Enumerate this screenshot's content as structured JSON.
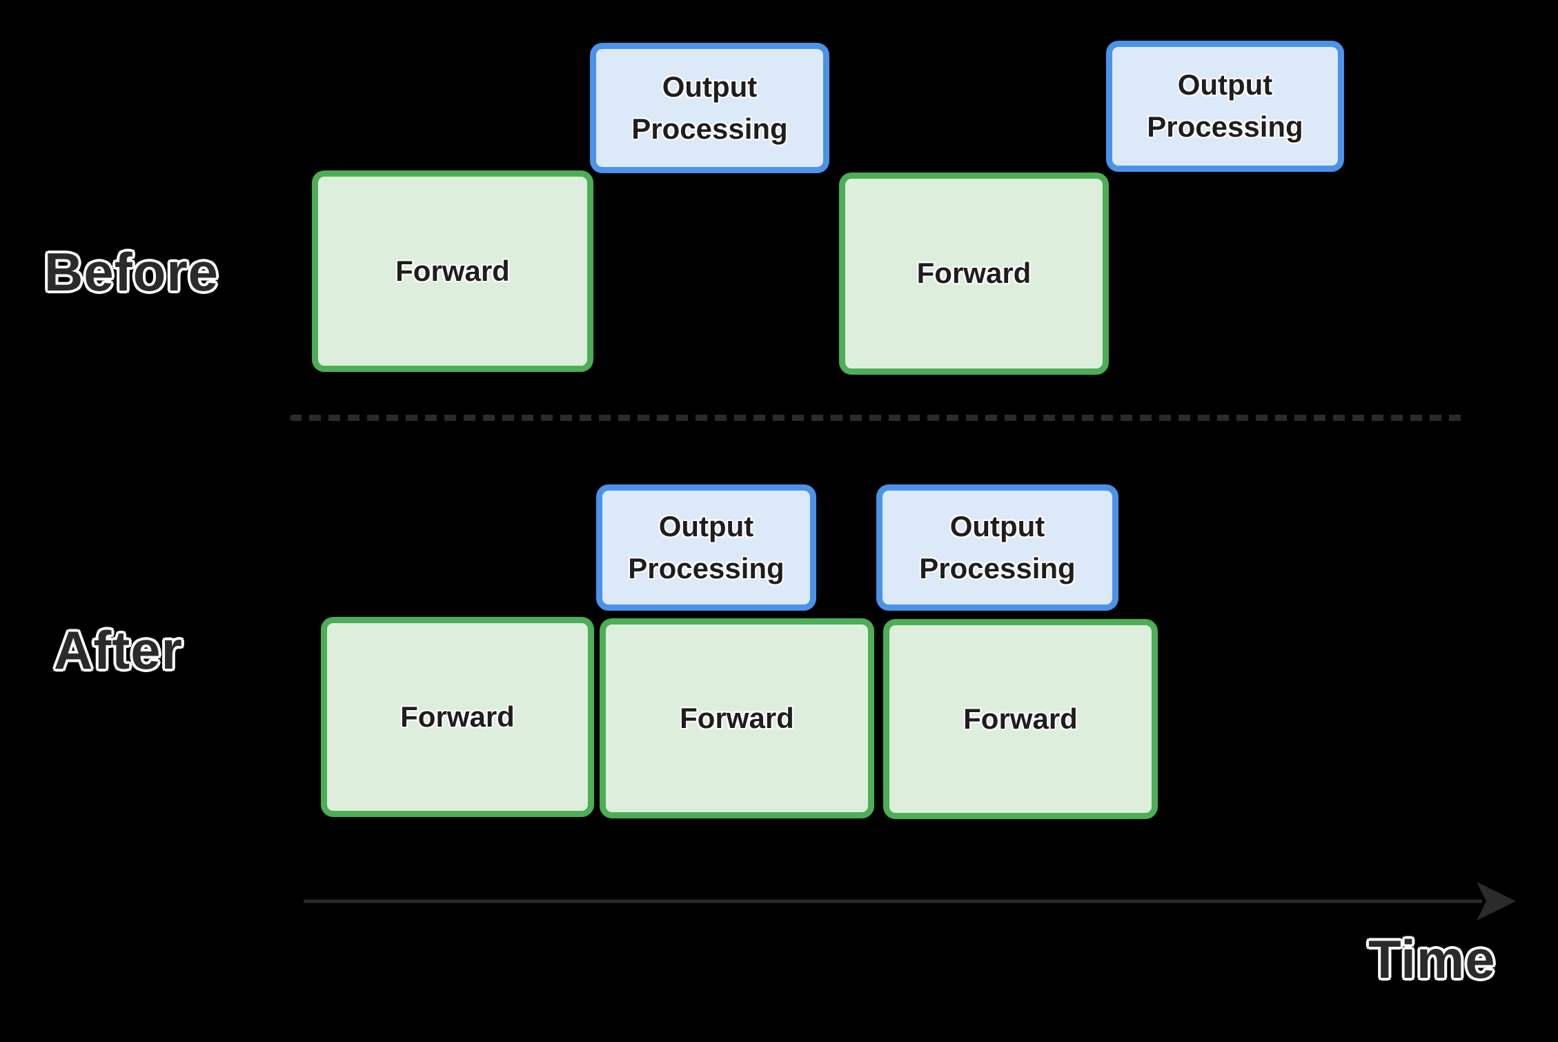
{
  "diagram": {
    "title_hint": "Before vs After timeline of Forward and Output Processing stages",
    "rows": {
      "before": {
        "label": "Before",
        "boxes": [
          {
            "type": "forward",
            "label": "Forward"
          },
          {
            "type": "output",
            "label": "Output Processing"
          },
          {
            "type": "forward",
            "label": "Forward"
          },
          {
            "type": "output",
            "label": "Output Processing"
          }
        ]
      },
      "after": {
        "label": "After",
        "boxes": [
          {
            "type": "output",
            "label": "Output Processing"
          },
          {
            "type": "output",
            "label": "Output Processing"
          },
          {
            "type": "forward",
            "label": "Forward"
          },
          {
            "type": "forward",
            "label": "Forward"
          },
          {
            "type": "forward",
            "label": "Forward"
          }
        ]
      }
    },
    "axis": {
      "label": "Time",
      "arrow_icon": "right-arrow-icon"
    },
    "colors": {
      "bg": "#000000",
      "forward-fill": "#ddeedd",
      "forward-border": "#4cae55",
      "output-fill": "#dce9f8",
      "output-border": "#4a93e9",
      "box-text": "#1e1e1e",
      "label-text": "#2b2b2b",
      "label-outline": "#ffffff",
      "divider": "#2b2b2b",
      "arrow": "#2b2b2b"
    }
  }
}
